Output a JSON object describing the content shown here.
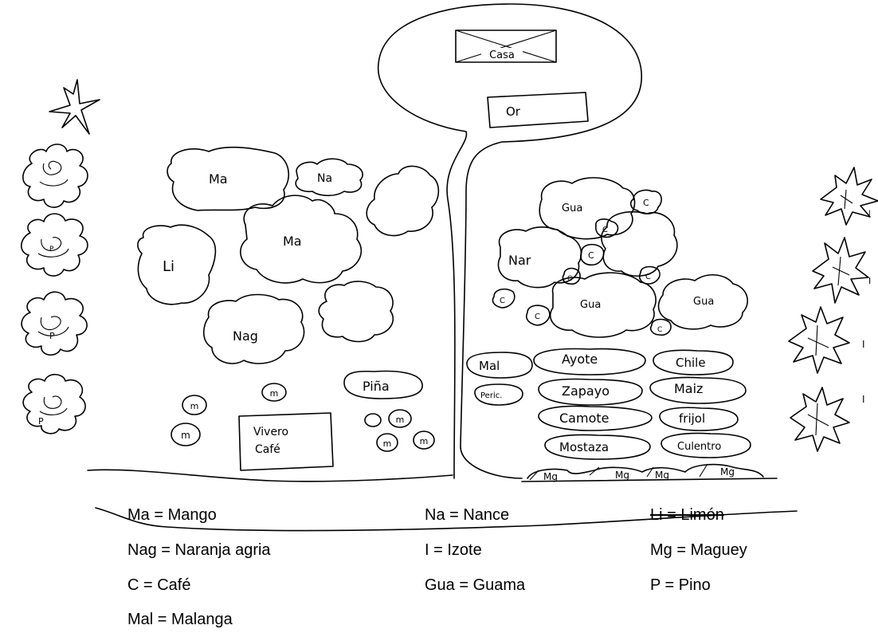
{
  "map_labels": {
    "house": "Casa",
    "or": "Or",
    "mango_1": "Ma",
    "nance": "Na",
    "mango_2": "Ma",
    "limon": "Li",
    "naranja_agria": "Nag",
    "guama_1": "Gua",
    "guama_2": "Gua",
    "guama_3": "Gua",
    "naranja": "Nar",
    "cafe_label": "C",
    "malanga": "Mal",
    "pericon": "Peric.",
    "ayote": "Ayote",
    "chile": "Chile",
    "zapayo": "Zapayo",
    "maiz": "Maiz",
    "camote": "Camote",
    "frijol": "frijol",
    "mostaza": "Mostaza",
    "culantro": "Culentro",
    "maguey": "Mg",
    "pina": "Piña",
    "vivero_line1": "Vivero",
    "vivero_line2": "Café",
    "m_small": "m",
    "pino": "P",
    "izote": "I"
  },
  "legend": [
    {
      "text": "Ma = Mango"
    },
    {
      "text": "Na = Nance"
    },
    {
      "text": "Li = Limón"
    },
    {
      "text": "Nag = Naranja agria"
    },
    {
      "text": "I = Izote"
    },
    {
      "text": "Mg = Maguey"
    },
    {
      "text": "C = Café"
    },
    {
      "text": "Gua = Guama"
    },
    {
      "text": "P = Pino"
    },
    {
      "text": "Mal = Malanga"
    }
  ]
}
